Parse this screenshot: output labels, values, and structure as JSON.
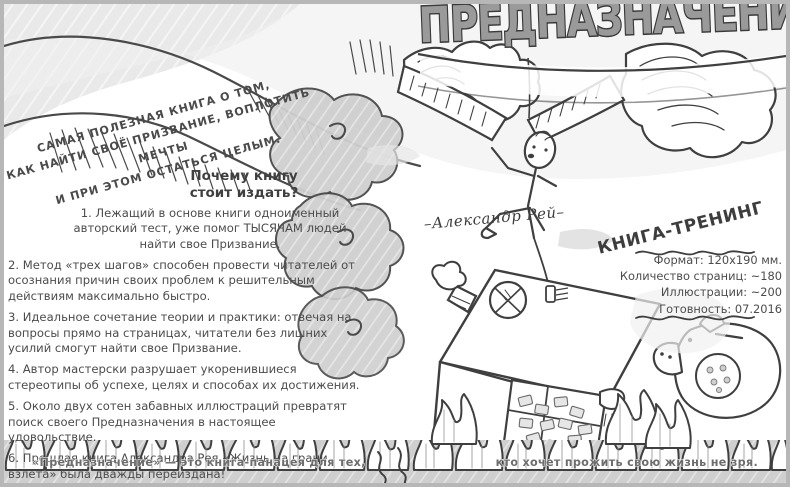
{
  "poster": {
    "title": "ПРЕДНАЗНАЧЕНИЕ",
    "author_signature": "–Александр Рей–",
    "format_badge": "КНИГА-ТРЕНИНГ",
    "tagline": {
      "line1": "САМАЯ ПОЛЕЗНАЯ КНИГА О ТОМ,",
      "line2": "КАК НАЙТИ СВОЁ ПРИЗВАНИЕ, ВОПЛОТИТЬ МЕЧТЫ",
      "line3": "И ПРИ ЭТОМ ОСТАТЬСЯ ЦЕЛЫМ."
    },
    "reasons": {
      "heading_line1": "Почему книгу",
      "heading_line2": "стоит издать?",
      "items": [
        "1. Лежащий в основе книги одноименный авторский тест, уже помог ТЫСЯЧАМ людей найти свое Призвание.",
        "2. Метод «трех шагов» способен провести читателей от осознания причин своих проблем к решительным действиям максимально быстро.",
        "3. Идеальное сочетание теории и практики: отвечая на вопросы прямо на страницах, читатели без лишних усилий смогут найти свое Призвание.",
        "4. Автор мастерски разрушает укоренившиеся стереотипы об успехе, целях и способах их достижения.",
        "5. Около двух сотен забавных иллюстраций превратят поиск своего Предназначения в настоящее удовольствие.",
        "6. Прошлая книга Александра Рея «Жизнь на грани взлета» была дважды переиздана!"
      ]
    },
    "specs": [
      "Формат: 120х190 мм.",
      "Количество страниц: ~180",
      "Иллюстрации: ~200",
      "Готовность: 07.2016"
    ],
    "footer": {
      "left": "«Предназначение» — это книга-панацея для тех,",
      "right": "кто хочет прожить свою жизнь не зря."
    },
    "colors": {
      "ink": "#4c4c4c",
      "outline": "#3a3a3a",
      "grey_fill": "#b7b7b7",
      "light_grey": "#d9d9d9",
      "paper": "#ffffff"
    },
    "illustrations": [
      "smoke-clouds",
      "giant-hands",
      "hanging-stick-figure",
      "tilted-house",
      "burning-money",
      "piggy-bank",
      "flames-border"
    ]
  }
}
